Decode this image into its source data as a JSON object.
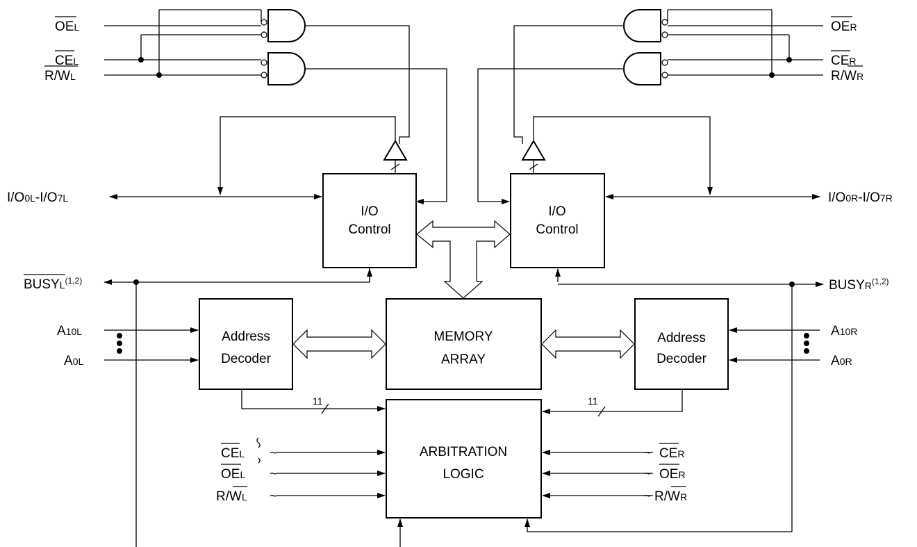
{
  "left": {
    "oe": {
      "main": "OE",
      "sub": "L"
    },
    "ce": {
      "main": "CE",
      "sub": "L"
    },
    "rw": {
      "main": "R/W",
      "sub": "L"
    },
    "io": {
      "a": "I/O",
      "b": "0L",
      "c": "-I/O",
      "d": "7L"
    },
    "busy": {
      "main": "BUSY",
      "sub": "L",
      "sup": "(1,2)"
    },
    "a10": {
      "main": "A",
      "sub": "10L"
    },
    "a0": {
      "main": "A",
      "sub": "0L"
    },
    "arb_ce": {
      "main": "CE",
      "sub": "L"
    },
    "arb_oe": {
      "main": "OE",
      "sub": "L"
    },
    "arb_rw": {
      "main": "R/W",
      "sub": "L"
    }
  },
  "right": {
    "oe": {
      "main": "OE",
      "sub": "R"
    },
    "ce": {
      "main": "CE",
      "sub": "R"
    },
    "rw": {
      "main": "R/W",
      "sub": "R"
    },
    "io": {
      "a": "I/O",
      "b": "0R",
      "c": "-I/O",
      "d": "7R"
    },
    "busy": {
      "main": "BUSY",
      "sub": "R",
      "sup": "(1,2)"
    },
    "a10": {
      "main": "A",
      "sub": "10R"
    },
    "a0": {
      "main": "A",
      "sub": "0R"
    },
    "arb_ce": {
      "main": "CE",
      "sub": "R"
    },
    "arb_oe": {
      "main": "OE",
      "sub": "R"
    },
    "arb_rw": {
      "main": "R/W",
      "sub": "R"
    }
  },
  "blocks": {
    "io_control_left": [
      "I/O",
      "Control"
    ],
    "io_control_right": [
      "I/O",
      "Control"
    ],
    "memory_array": [
      "MEMORY",
      "ARRAY"
    ],
    "addr_dec_left": [
      "Address",
      "Decoder"
    ],
    "addr_dec_right": [
      "Address",
      "Decoder"
    ],
    "arbitration": [
      "ARBITRATION",
      "LOGIC"
    ]
  },
  "bus_width_left": "11",
  "bus_width_right": "11"
}
